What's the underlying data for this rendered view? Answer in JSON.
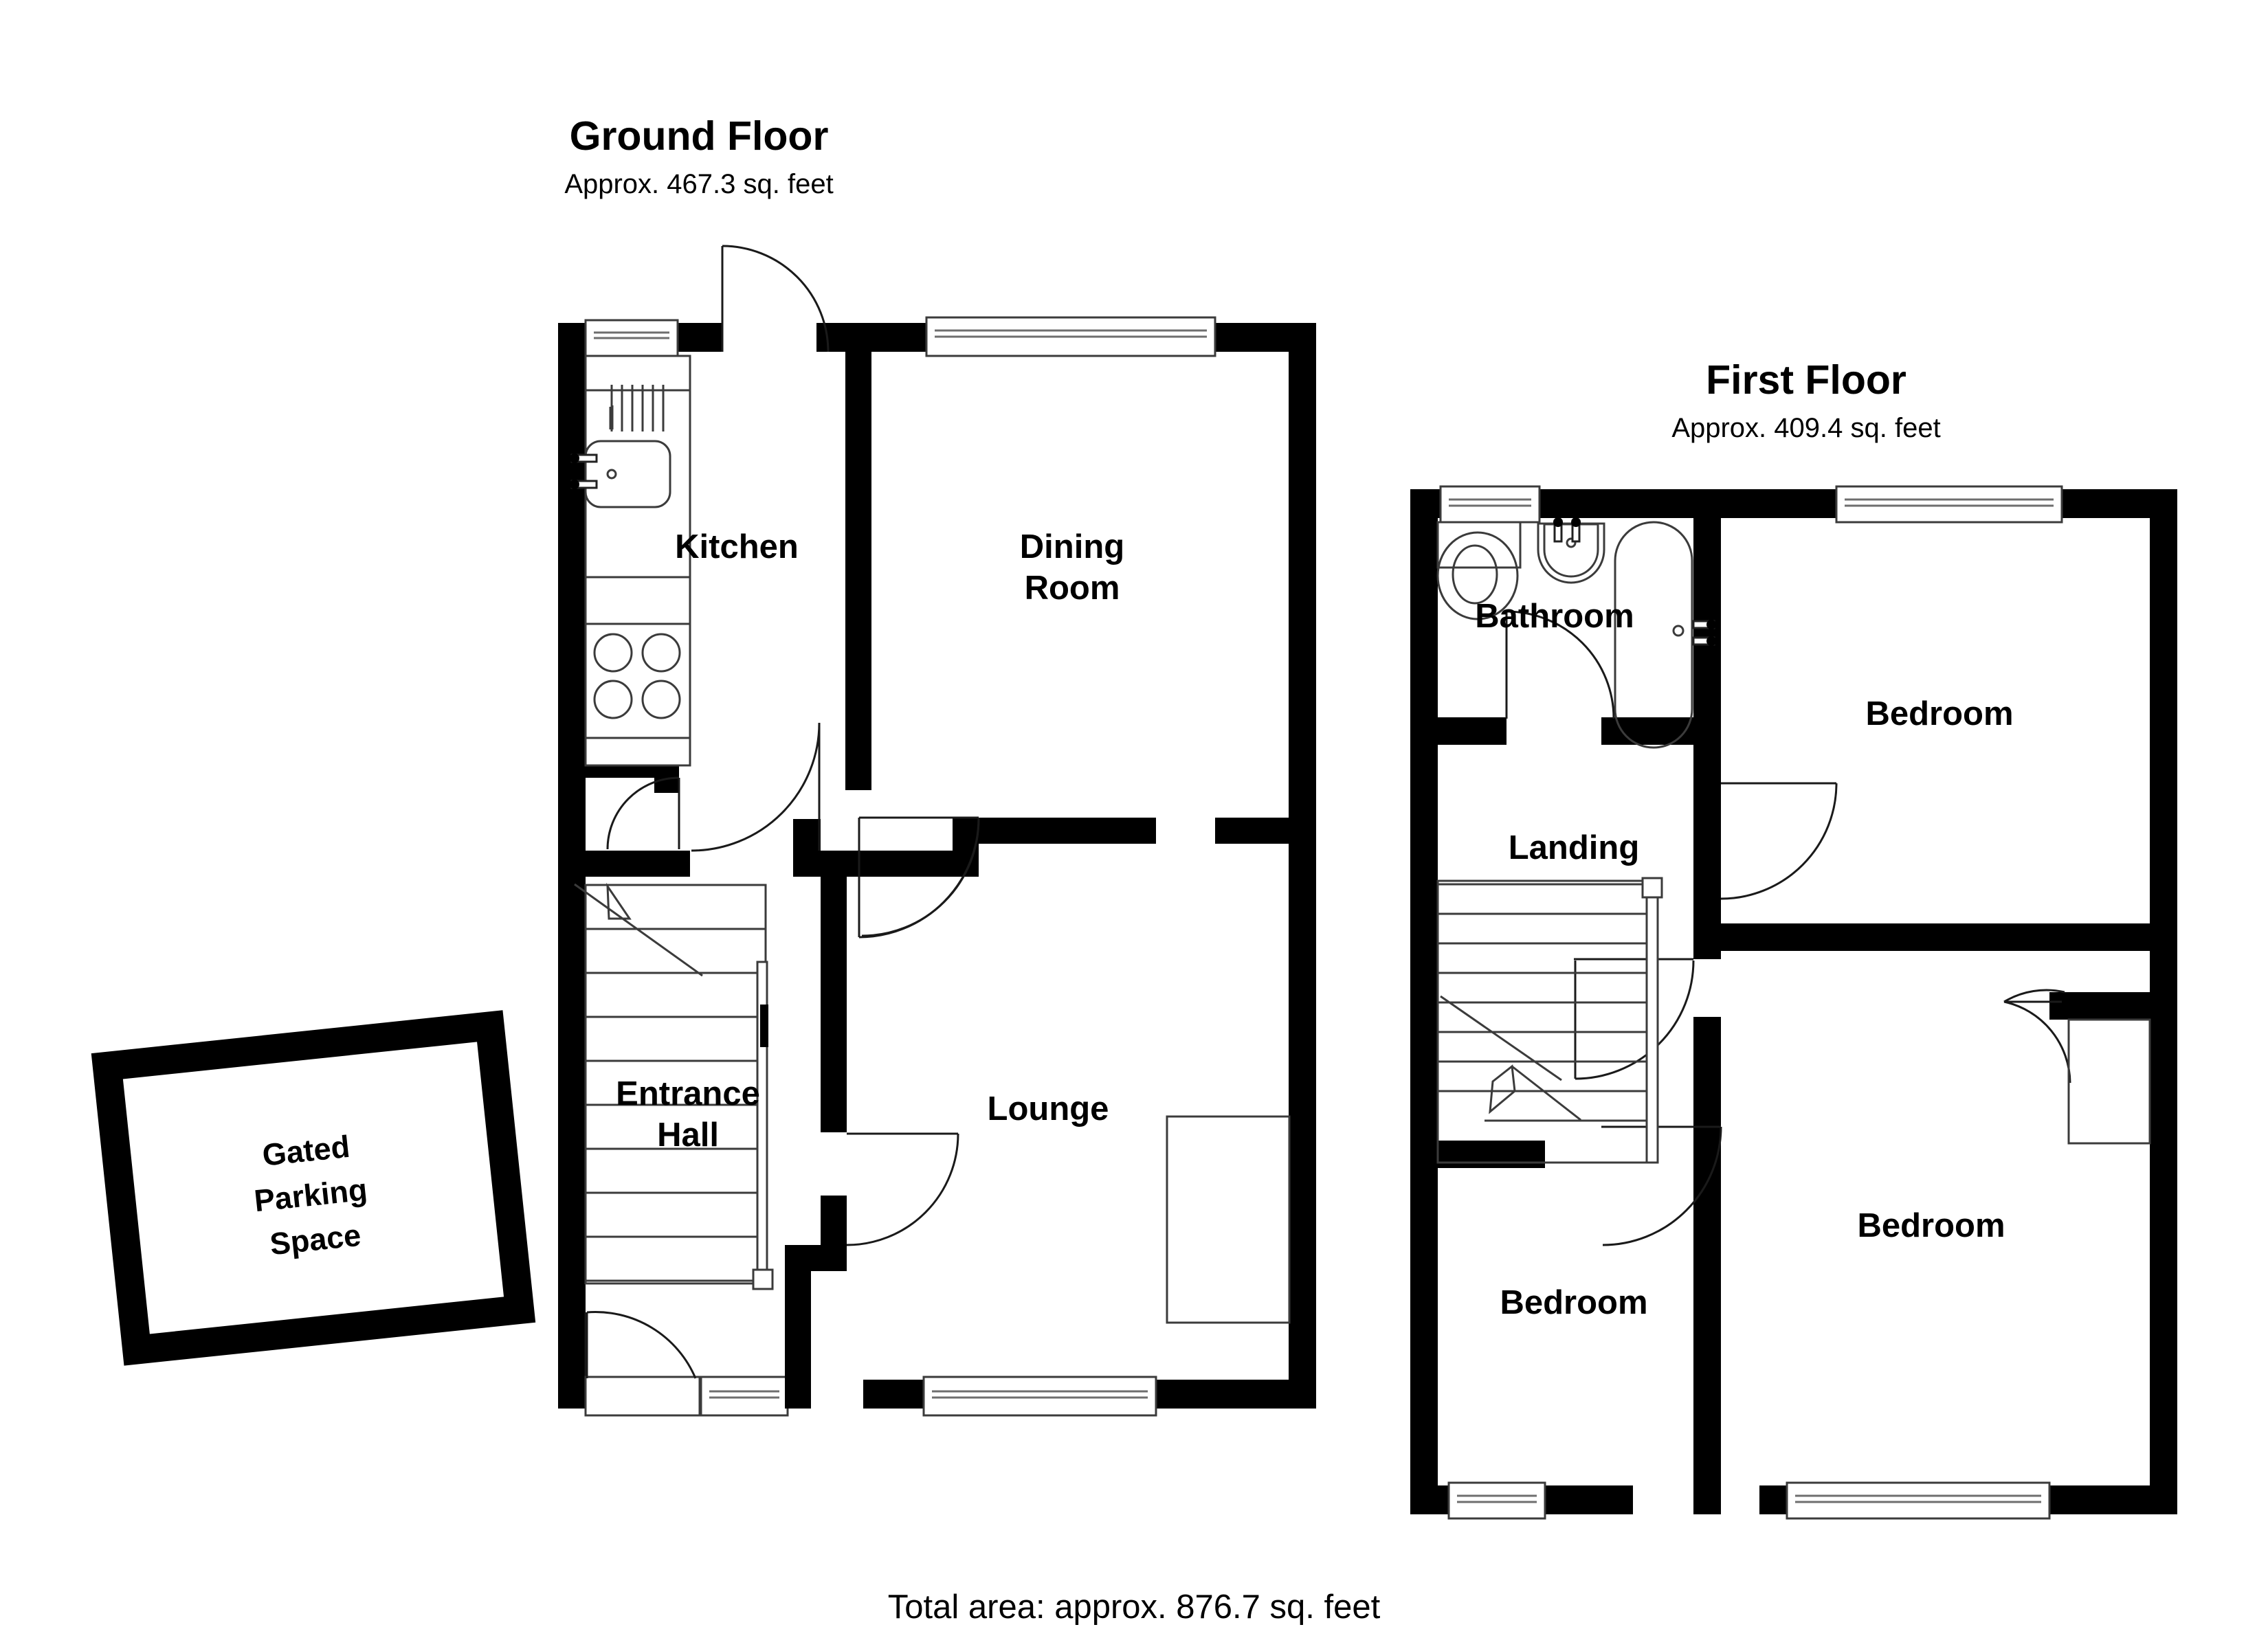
{
  "document": {
    "type": "floor-plan",
    "total_area_text": "Total area: approx. 876.7 sq. feet"
  },
  "floors": [
    {
      "id": "ground",
      "title": "Ground Floor",
      "area_text": "Approx. 467.3 sq. feet",
      "rooms": [
        {
          "id": "kitchen",
          "label": "Kitchen"
        },
        {
          "id": "dining-room",
          "label_line1": "Dining",
          "label_line2": "Room"
        },
        {
          "id": "entrance-hall",
          "label_line1": "Entrance",
          "label_line2": "Hall"
        },
        {
          "id": "lounge",
          "label": "Lounge"
        }
      ]
    },
    {
      "id": "first",
      "title": "First Floor",
      "area_text": "Approx. 409.4 sq. feet",
      "rooms": [
        {
          "id": "bathroom",
          "label": "Bathroom"
        },
        {
          "id": "landing",
          "label": "Landing"
        },
        {
          "id": "bedroom-front",
          "label": "Bedroom"
        },
        {
          "id": "bedroom-rear",
          "label": "Bedroom"
        },
        {
          "id": "bedroom-small",
          "label": "Bedroom"
        }
      ]
    }
  ],
  "annotations": [
    {
      "id": "gated-parking",
      "label_line1": "Gated",
      "label_line2": "Parking",
      "label_line3": "Space"
    }
  ],
  "colors": {
    "wall": "#000000",
    "background": "#ffffff",
    "fixture_stroke": "#3b3b3b",
    "text": "#000000"
  },
  "fixtures": {
    "kitchen": [
      "sink-with-drainer",
      "hob-four-burner",
      "worktop-run"
    ],
    "bathroom": [
      "toilet",
      "washbasin",
      "bathtub"
    ],
    "ground": [
      "staircase-up",
      "fireplace-breast"
    ],
    "first": [
      "staircase-down",
      "airing-cupboard"
    ]
  }
}
